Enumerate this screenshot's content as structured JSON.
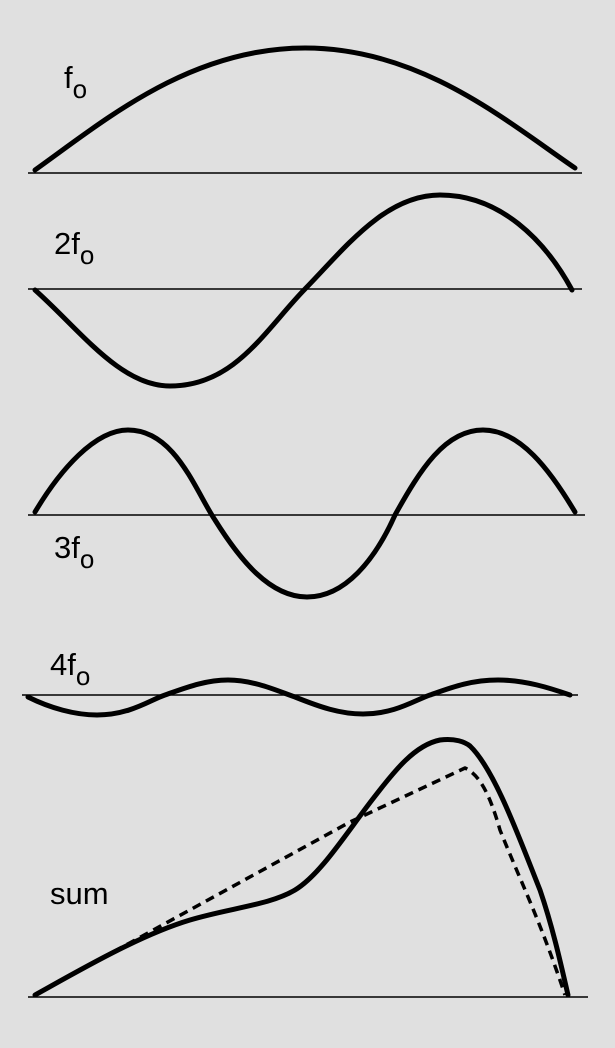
{
  "labels": {
    "fundamental": {
      "main": "f",
      "sub": "o"
    },
    "second": {
      "main": "2f",
      "sub": "o"
    },
    "third": {
      "main": "3f",
      "sub": "o"
    },
    "fourth": {
      "main": "4f",
      "sub": "o"
    },
    "sum": "sum"
  },
  "colors": {
    "background": "#e0e0e0",
    "stroke": "#000000"
  }
}
